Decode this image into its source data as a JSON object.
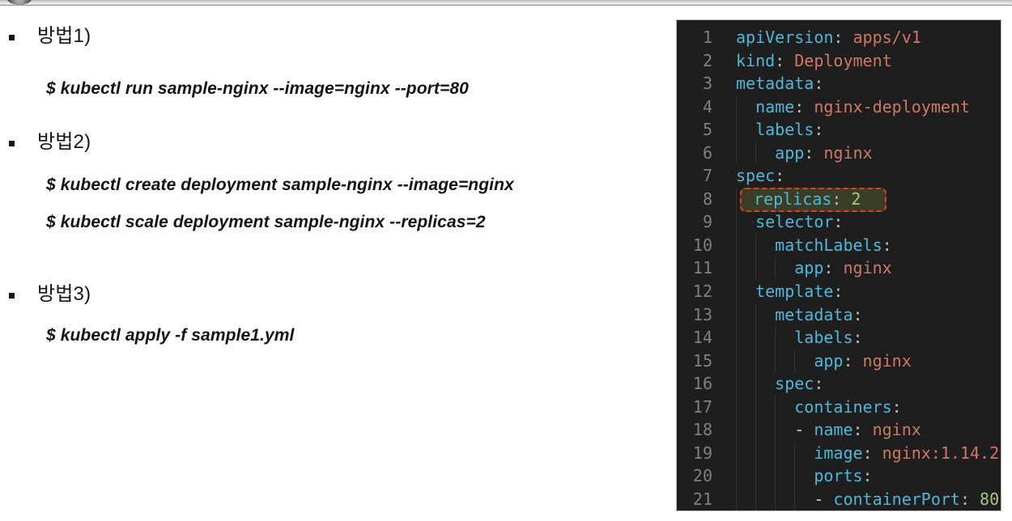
{
  "slide": {
    "methods": [
      {
        "label": "방법1)",
        "commands": [
          "$ kubectl run sample-nginx --image=nginx --port=80"
        ]
      },
      {
        "label": "방법2)",
        "commands": [
          "$ kubectl create deployment sample-nginx --image=nginx",
          "$ kubectl scale deployment sample-nginx --replicas=2"
        ]
      },
      {
        "label": "방법3)",
        "commands": [
          "$ kubectl apply -f sample1.yml"
        ]
      }
    ]
  },
  "editor": {
    "language": "yaml",
    "colors": {
      "background": "#1e1e1e",
      "line_number": "#808080",
      "key": "#4eb8da",
      "string": "#cd7962",
      "number": "#a6c97f",
      "punctuation": "#b9bfc1",
      "highlight_background": "#3b3e27",
      "highlight_border": "#e23c1e"
    },
    "highlighted_line": 8,
    "lines": [
      {
        "num": 1,
        "indent": 0,
        "key": "apiVersion",
        "value": "apps/v1",
        "value_type": "string"
      },
      {
        "num": 2,
        "indent": 0,
        "key": "kind",
        "value": "Deployment",
        "value_type": "string"
      },
      {
        "num": 3,
        "indent": 0,
        "key": "metadata"
      },
      {
        "num": 4,
        "indent": 2,
        "key": "name",
        "value": "nginx-deployment",
        "value_type": "string"
      },
      {
        "num": 5,
        "indent": 2,
        "key": "labels"
      },
      {
        "num": 6,
        "indent": 4,
        "key": "app",
        "value": "nginx",
        "value_type": "string"
      },
      {
        "num": 7,
        "indent": 0,
        "key": "spec"
      },
      {
        "num": 8,
        "indent": 2,
        "key": "replicas",
        "value": "2",
        "value_type": "number",
        "highlight": true
      },
      {
        "num": 9,
        "indent": 2,
        "key": "selector"
      },
      {
        "num": 10,
        "indent": 4,
        "key": "matchLabels"
      },
      {
        "num": 11,
        "indent": 6,
        "key": "app",
        "value": "nginx",
        "value_type": "string"
      },
      {
        "num": 12,
        "indent": 2,
        "key": "template"
      },
      {
        "num": 13,
        "indent": 4,
        "key": "metadata"
      },
      {
        "num": 14,
        "indent": 6,
        "key": "labels"
      },
      {
        "num": 15,
        "indent": 8,
        "key": "app",
        "value": "nginx",
        "value_type": "string"
      },
      {
        "num": 16,
        "indent": 4,
        "key": "spec"
      },
      {
        "num": 17,
        "indent": 6,
        "key": "containers"
      },
      {
        "num": 18,
        "indent": 6,
        "dash": true,
        "key": "name",
        "value": "nginx",
        "value_type": "string"
      },
      {
        "num": 19,
        "indent": 8,
        "key": "image",
        "value": "nginx:1.14.2",
        "value_type": "string"
      },
      {
        "num": 20,
        "indent": 8,
        "key": "ports"
      },
      {
        "num": 21,
        "indent": 8,
        "dash": true,
        "key": "containerPort",
        "value": "80",
        "value_type": "number"
      }
    ]
  }
}
